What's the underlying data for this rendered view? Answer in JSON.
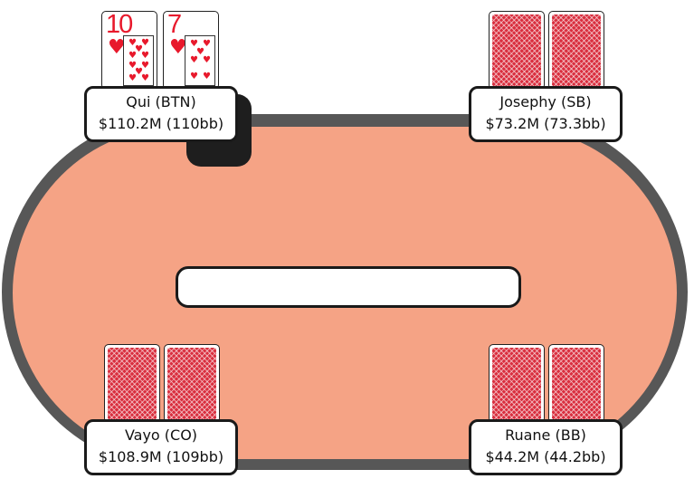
{
  "colors": {
    "felt": "#f5a385",
    "rail": "#575757",
    "card_back": "#d92e3e",
    "suit_red": "#e8192c"
  },
  "board": {
    "cards": []
  },
  "players": {
    "btn": {
      "name": "Qui (BTN)",
      "stack": "$110.2M (110bb)",
      "cards": [
        {
          "rank": "10",
          "suit": "hearts",
          "suit_symbol": "♥"
        },
        {
          "rank": "7",
          "suit": "hearts",
          "suit_symbol": "♥"
        }
      ],
      "dealer": true
    },
    "sb": {
      "name": "Josephy (SB)",
      "stack": "$73.2M (73.3bb)",
      "cards": "face-down"
    },
    "co": {
      "name": "Vayo (CO)",
      "stack": "$108.9M (109bb)",
      "cards": "face-down"
    },
    "bb": {
      "name": "Ruane (BB)",
      "stack": "$44.2M (44.2bb)",
      "cards": "face-down"
    }
  }
}
